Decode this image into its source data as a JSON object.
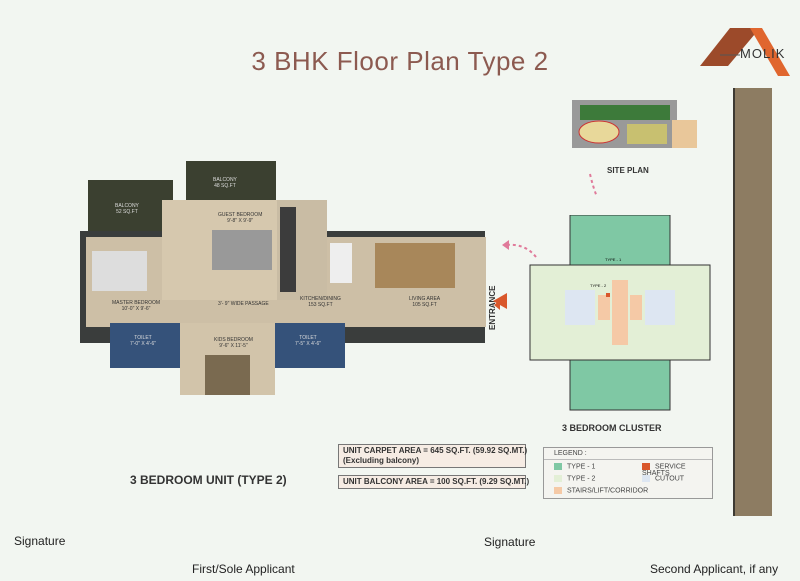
{
  "brand": {
    "logo_text": "MOLIK"
  },
  "title": "3 BHK Floor Plan Type 2",
  "floor_plan": {
    "caption": "3 BEDROOM UNIT (TYPE 2)",
    "rooms": [
      {
        "name": "BALCONY",
        "size": "52 SQ.FT"
      },
      {
        "name": "BALCONY",
        "size": "48 SQ.FT"
      },
      {
        "name": "GUEST BEDROOM",
        "size": "9'-8\" X 9'-9\""
      },
      {
        "name": "MASTER BEDROOM",
        "size": "10'-0\" X 9'-6\""
      },
      {
        "name": "3'- 9\" WIDE PASSAGE",
        "size": ""
      },
      {
        "name": "KITCHEN/DINING",
        "size": "153 SQ.FT"
      },
      {
        "name": "LIVING AREA",
        "size": "105 SQ.FT"
      },
      {
        "name": "TOILET",
        "size": "7'-0\" X 4'-6\""
      },
      {
        "name": "KIDS BEDROOM",
        "size": "9'-6\" X 11'-5\""
      },
      {
        "name": "TOILET",
        "size": "7'-5\" X 4'-6\""
      }
    ]
  },
  "site_plan_label": "SITE PLAN",
  "cluster": {
    "label": "3 BEDROOM CLUSTER",
    "entrance": "ENTRANCE",
    "type1": "TYPE - 1",
    "type2": "TYPE - 2"
  },
  "areas": {
    "carpet": "UNIT CARPET AREA   = 645 SQ.FT. (59.92 SQ.MT.)",
    "carpet_note": "(Excluding balcony)",
    "balcony": "UNIT BALCONY AREA = 100 SQ.FT. (9.29 SQ.MT.)"
  },
  "legend": {
    "title": "LEGEND :",
    "items": [
      {
        "label": "TYPE - 1",
        "color": "#7fc8a4"
      },
      {
        "label": "SERVICE SHAFTS",
        "color": "#d9572b"
      },
      {
        "label": "TYPE - 2",
        "color": "#e3efd6"
      },
      {
        "label": "CUTOUT",
        "color": "#dde6f2"
      },
      {
        "label": "STAIRS/LIFT/CORRIDOR",
        "color": "#f5c9a6"
      }
    ]
  },
  "signatures": {
    "sig1": "Signature",
    "sig2": "Signature",
    "first": "First/Sole Applicant",
    "second": "Second Applicant, if any"
  }
}
